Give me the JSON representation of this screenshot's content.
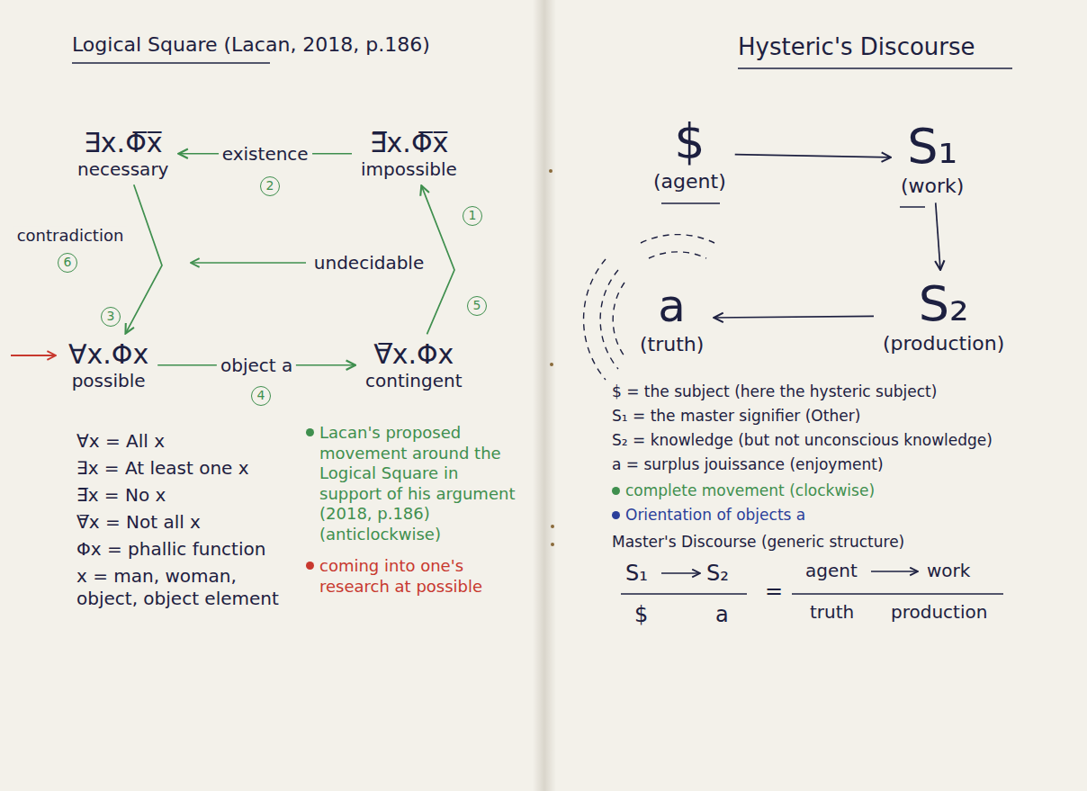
{
  "diagram": {
    "title": "Logical Square (Lacan, 2018, p.186)",
    "nodes": [
      {
        "text": [
          "∃x.Φ̅x̅",
          "necessary"
        ]
      },
      {
        "text": [
          "∃̅x.Φ̅x̅",
          "impossible"
        ]
      },
      {
        "text": [
          "∀x.Φx",
          "possible"
        ]
      },
      {
        "text": [
          "∀̅x.Φx",
          "contingent"
        ]
      },
      {
        "text": [
          "$",
          "(agent)"
        ]
      },
      {
        "text": [
          "S₁",
          "(work)"
        ]
      },
      {
        "text": [
          "S₂",
          "(production)"
        ]
      },
      {
        "text": [
          "a",
          "(truth)"
        ]
      }
    ],
    "edges": [
      {
        "from": 2,
        "to": 3,
        "arrow": "to",
        "label": "object a"
      },
      {
        "from": 3,
        "to": 1,
        "arrow": "to",
        "label": "undecidable"
      },
      {
        "from": 1,
        "to": 0,
        "arrow": "to",
        "label": "existence"
      },
      {
        "from": 0,
        "to": 2,
        "arrow": "to",
        "label": "contradiction"
      },
      {
        "from": 4,
        "to": 5,
        "arrow": "to"
      },
      {
        "from": 5,
        "to": 6,
        "arrow": "to"
      },
      {
        "from": 6,
        "to": 7,
        "arrow": "to"
      }
    ],
    "labels": [
      "Hysteric's Discourse",
      "1",
      "2",
      "3",
      "4",
      "5",
      "6",
      "∀x = All x",
      "∃x = At least one x",
      "∃̅x = No x",
      "∀̅x = Not all x",
      "Φx = phallic function",
      "x = man, woman, object, object element",
      "$ = the subject (here the hysteric subject)",
      "S₁ = the master signifier (Other)",
      "S₂ = knowledge (but not unconscious knowledge)",
      "a = surplus jouissance (enjoyment)",
      "Master's Discourse (generic structure)",
      "S₁",
      "S₂",
      "$",
      "a",
      "=",
      "agent",
      "work",
      "truth",
      "production"
    ],
    "legend": [
      {
        "text": "Lacan's proposed movement around the Logical Square in support of his argument (2018, p.186) (anticlockwise)",
        "color": "#3f8f4e"
      },
      {
        "text": "coming into one's research at possible",
        "color": "#c8382e"
      },
      {
        "text": "complete movement (clockwise)",
        "color": "#3f8f4e"
      },
      {
        "text": "Orientation of objects a",
        "color": "#2b3f9a"
      }
    ]
  }
}
